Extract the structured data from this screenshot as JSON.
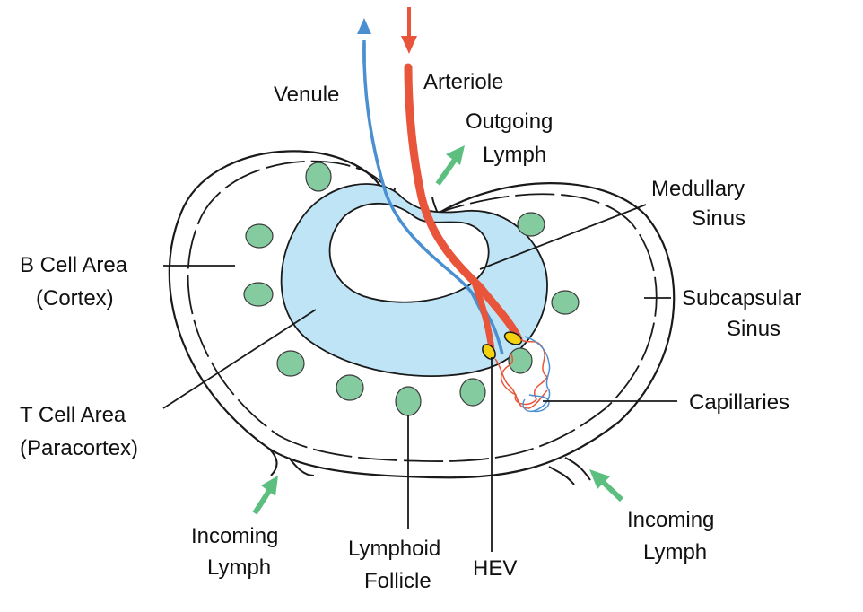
{
  "labels": {
    "venule": "Venule",
    "arteriole": "Arteriole",
    "outgoing_lymph_1": "Outgoing",
    "outgoing_lymph_2": "Lymph",
    "medullary_sinus_1": "Medullary",
    "medullary_sinus_2": "Sinus",
    "b_cell_area_1": "B Cell Area",
    "b_cell_area_2": "(Cortex)",
    "subcapsular_sinus_1": "Subcapsular",
    "subcapsular_sinus_2": "Sinus",
    "t_cell_area_1": "T Cell Area",
    "t_cell_area_2": "(Paracortex)",
    "capillaries": "Capillaries",
    "incoming_lymph_left_1": "Incoming",
    "incoming_lymph_left_2": "Lymph",
    "lymphoid_follicle_1": "Lymphoid",
    "lymphoid_follicle_2": "Follicle",
    "hev": "HEV",
    "incoming_lymph_right_1": "Incoming",
    "incoming_lymph_right_2": "Lymph"
  },
  "colors": {
    "arteriole": "#e8553a",
    "venule": "#4a8fd0",
    "lymph_arrow": "#5cbf7f",
    "follicle_fill": "#84cba0",
    "paracortex_fill": "#bfe4f6",
    "hev_fill": "#f3d20f",
    "outline": "#1a1a1a"
  }
}
